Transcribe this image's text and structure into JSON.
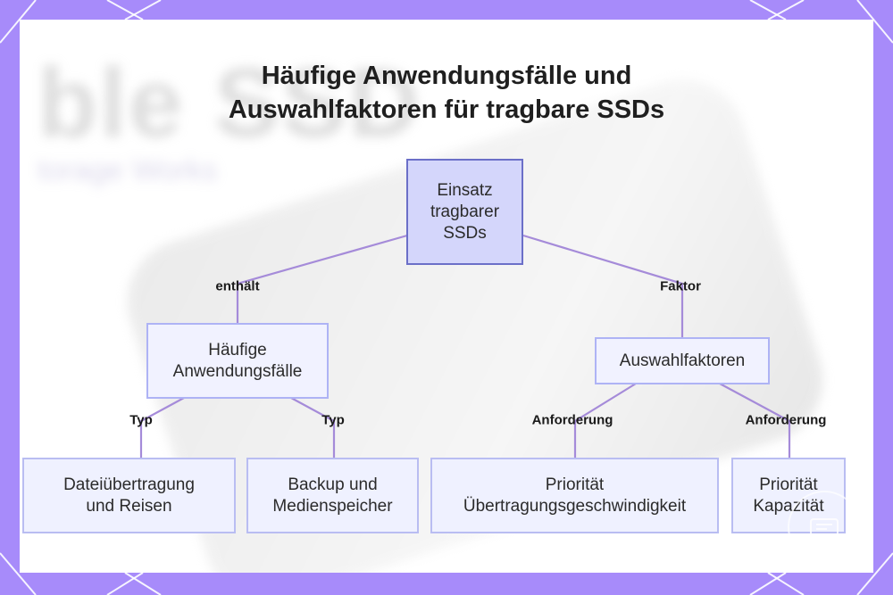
{
  "title": {
    "line1": "Häufige Anwendungsfälle und",
    "line2": "Auswahlfaktoren für tragbare SSDs"
  },
  "background": {
    "ghost_text_1": "ble SSD",
    "ghost_text_2": "torage Works"
  },
  "colors": {
    "frame": "#a78bfa",
    "edge": "#a58bd9",
    "root_fill": "#d4d6fb",
    "root_border": "#6b6fc8",
    "node_fill": "#eceeff",
    "node_border": "#aeb3f5"
  },
  "nodes": {
    "root": "Einsatz\ntragbarer\nSSDs",
    "use_cases": "Häufige\nAnwendungsfälle",
    "factors": "Auswahlfaktoren",
    "data_transfer": "Dateiübertragung\nund Reisen",
    "backup": "Backup und\nMedienspeicher",
    "speed": "Priorität\nÜbertragungsgeschwindigkeit",
    "capacity": "Priorität\nKapazität"
  },
  "edges": {
    "contains": "enthält",
    "factor": "Faktor",
    "type_left": "Typ",
    "type_right": "Typ",
    "requirement_left": "Anforderung",
    "requirement_right": "Anforderung"
  },
  "watermark_icon": "ssd-icon"
}
